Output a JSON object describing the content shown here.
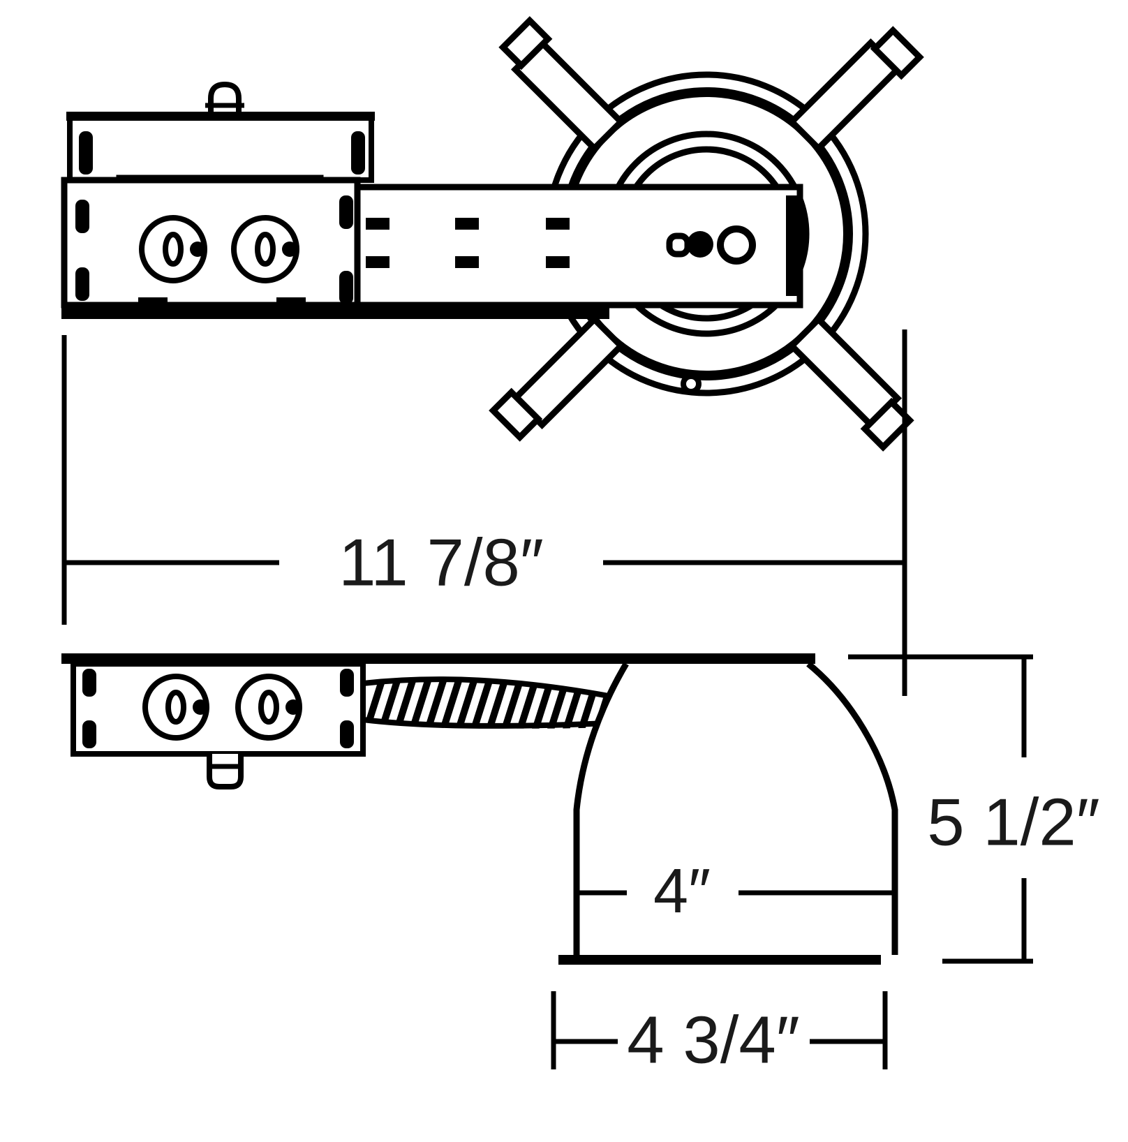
{
  "page": {
    "background_color": "#ffffff",
    "stroke_color": "#000000",
    "description": "Dimensioned technical line drawing of a recessed can light remodel housing: top (plan) view with junction box, mounting rail and ring with four nail brackets; side view with junction box, flexible conduit and bell-shaped can with trim flange."
  },
  "dimensions": {
    "overall_length": "11 7/8″",
    "housing_height": "5 1/2″",
    "aperture_diameter": "4″",
    "flange_diameter": "4 3/4″"
  }
}
